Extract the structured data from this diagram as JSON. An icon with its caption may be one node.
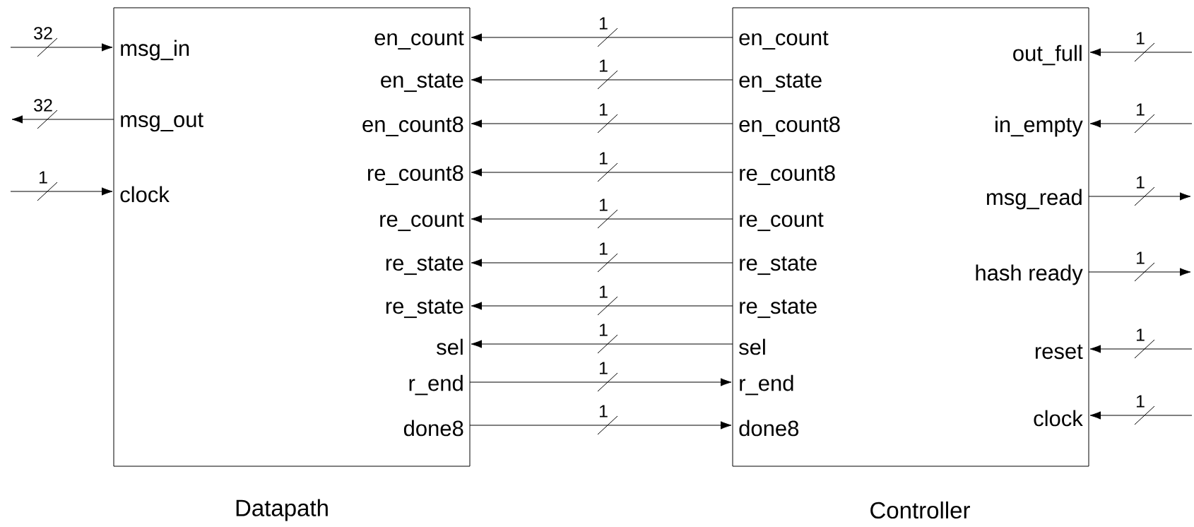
{
  "diagram": {
    "nodes": [
      {
        "text": [
          "Datapath"
        ]
      },
      {
        "text": [
          "Controller"
        ]
      },
      {
        "text": [
          "msg_in"
        ],
        "in": 0
      },
      {
        "text": [
          "msg_out"
        ],
        "in": 0
      },
      {
        "text": [
          "clock"
        ],
        "in": 0
      },
      {
        "text": [
          "en_count"
        ],
        "in": 0
      },
      {
        "text": [
          "en_state"
        ],
        "in": 0
      },
      {
        "text": [
          "en_count8"
        ],
        "in": 0
      },
      {
        "text": [
          "re_count8"
        ],
        "in": 0
      },
      {
        "text": [
          "re_count"
        ],
        "in": 0
      },
      {
        "text": [
          "re_state"
        ],
        "in": 0
      },
      {
        "text": [
          "re_state"
        ],
        "in": 0
      },
      {
        "text": [
          "sel"
        ],
        "in": 0
      },
      {
        "text": [
          "r_end"
        ],
        "in": 0
      },
      {
        "text": [
          "done8"
        ],
        "in": 0
      },
      {
        "text": [
          "en_count"
        ],
        "in": 1
      },
      {
        "text": [
          "en_state"
        ],
        "in": 1
      },
      {
        "text": [
          "en_count8"
        ],
        "in": 1
      },
      {
        "text": [
          "re_count8"
        ],
        "in": 1
      },
      {
        "text": [
          "re_count"
        ],
        "in": 1
      },
      {
        "text": [
          "re_state"
        ],
        "in": 1
      },
      {
        "text": [
          "re_state"
        ],
        "in": 1
      },
      {
        "text": [
          "sel"
        ],
        "in": 1
      },
      {
        "text": [
          "r_end"
        ],
        "in": 1
      },
      {
        "text": [
          "done8"
        ],
        "in": 1
      },
      {
        "text": [
          "out_full"
        ],
        "in": 1
      },
      {
        "text": [
          "in_empty"
        ],
        "in": 1
      },
      {
        "text": [
          "msg_read"
        ],
        "in": 1
      },
      {
        "text": [
          "hash ready"
        ],
        "in": 1
      },
      {
        "text": [
          "reset"
        ],
        "in": 1
      },
      {
        "text": [
          "clock"
        ],
        "in": 1
      }
    ],
    "edges": [
      {
        "from": null,
        "to": 2,
        "arrow": "to",
        "label": "32"
      },
      {
        "from": 3,
        "to": null,
        "arrow": "to",
        "label": "32"
      },
      {
        "from": null,
        "to": 4,
        "arrow": "to",
        "label": "1"
      },
      {
        "from": 15,
        "to": 5,
        "arrow": "to",
        "label": "1"
      },
      {
        "from": 16,
        "to": 6,
        "arrow": "to",
        "label": "1"
      },
      {
        "from": 17,
        "to": 7,
        "arrow": "to",
        "label": "1"
      },
      {
        "from": 18,
        "to": 8,
        "arrow": "to",
        "label": "1"
      },
      {
        "from": 19,
        "to": 9,
        "arrow": "to",
        "label": "1"
      },
      {
        "from": 20,
        "to": 10,
        "arrow": "to",
        "label": "1"
      },
      {
        "from": 21,
        "to": 11,
        "arrow": "to",
        "label": "1"
      },
      {
        "from": 22,
        "to": 12,
        "arrow": "to",
        "label": "1"
      },
      {
        "from": 13,
        "to": 23,
        "arrow": "to",
        "label": "1"
      },
      {
        "from": 14,
        "to": 24,
        "arrow": "to",
        "label": "1"
      },
      {
        "from": null,
        "to": 25,
        "arrow": "to",
        "label": "1"
      },
      {
        "from": null,
        "to": 26,
        "arrow": "to",
        "label": "1"
      },
      {
        "from": 27,
        "to": null,
        "arrow": "to",
        "label": "1"
      },
      {
        "from": 28,
        "to": null,
        "arrow": "to",
        "label": "1"
      },
      {
        "from": null,
        "to": 29,
        "arrow": "to",
        "label": "1"
      },
      {
        "from": null,
        "to": 30,
        "arrow": "to",
        "label": "1"
      }
    ]
  }
}
